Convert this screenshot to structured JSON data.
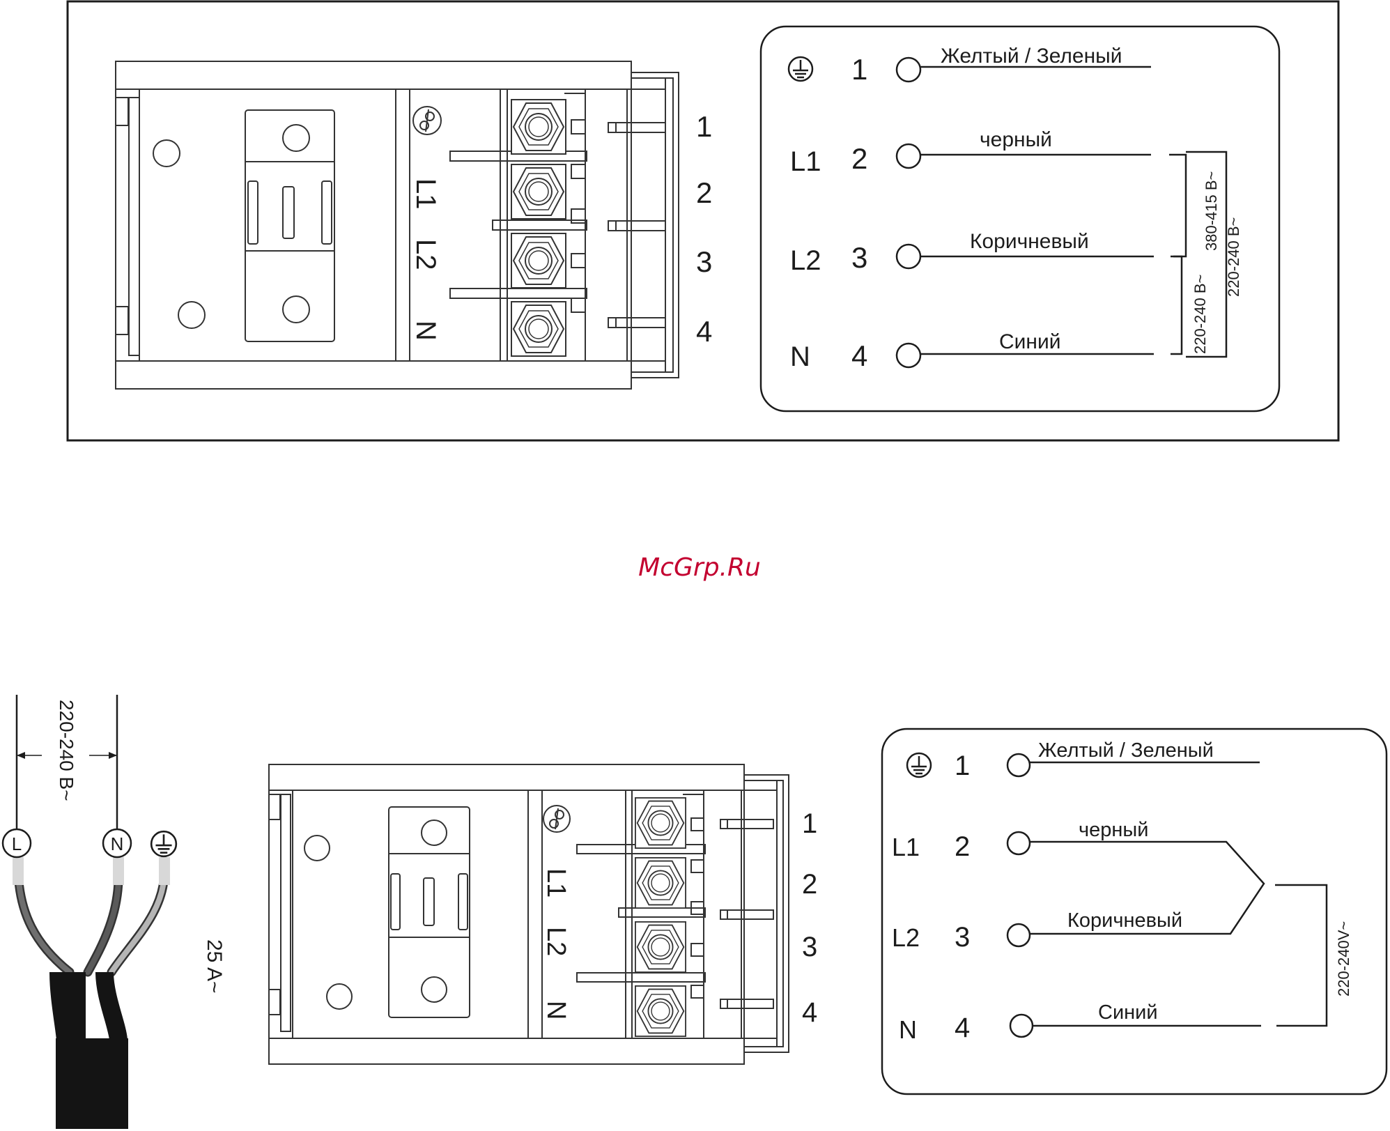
{
  "watermark": "McGrp.Ru",
  "top": {
    "terminal_numbers": [
      "1",
      "2",
      "3",
      "4"
    ],
    "block_labels": [
      "L1",
      "L2",
      "N"
    ],
    "legend": {
      "rows": [
        {
          "phase": "",
          "number": "1",
          "wire": "Желтый / Зеленый"
        },
        {
          "phase": "L1",
          "number": "2",
          "wire": "черный"
        },
        {
          "phase": "L2",
          "number": "3",
          "wire": "Коричневый"
        },
        {
          "phase": "N",
          "number": "4",
          "wire": "Синий"
        }
      ],
      "voltage_l2n": "220-240 В~",
      "voltage_l1l2": "380-415 В~",
      "voltage_l1n": "220-240 В~"
    }
  },
  "bottom": {
    "cable": {
      "labels": [
        "L",
        "N"
      ],
      "voltage": "220-240 В~",
      "current": "25 A~"
    },
    "terminal_numbers": [
      "1",
      "2",
      "3",
      "4"
    ],
    "block_labels": [
      "L1",
      "L2",
      "N"
    ],
    "legend": {
      "rows": [
        {
          "phase": "",
          "number": "1",
          "wire": "Желтый / Зеленый"
        },
        {
          "phase": "L1",
          "number": "2",
          "wire": "черный"
        },
        {
          "phase": "L2",
          "number": "3",
          "wire": "Коричневый"
        },
        {
          "phase": "N",
          "number": "4",
          "wire": "Синий"
        }
      ],
      "voltage": "220-240V~"
    }
  }
}
